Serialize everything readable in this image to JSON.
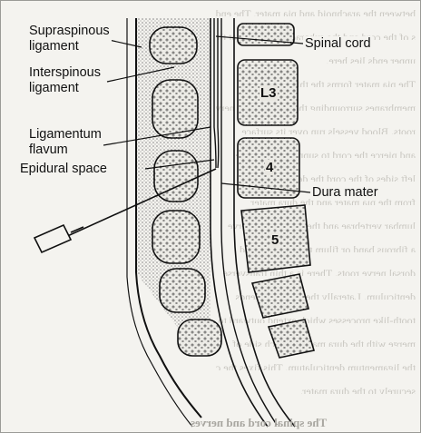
{
  "labels": {
    "supraspinous": "Supraspinous\nligament",
    "interspinous": "Interspinous\nligament",
    "flavum": "Ligamentum\nflavum",
    "epidural": "Epidural space",
    "spinal_cord": "Spinal cord",
    "dura": "Dura mater"
  },
  "vertebrae": {
    "l3": "L3",
    "l4": "4",
    "l5": "5"
  },
  "colors": {
    "ink": "#111111",
    "page": "#f4f3ef",
    "ligament_stipple": "#8f8f8f",
    "bone_fill": "#ecebe6"
  },
  "bleed_text": [
    "between the arachnoid and pia mater. The end",
    "s of the cord and the subarachnoid space at th",
    "upper ends lies here.",
    "  The pia mater forms the thin inner",
    "membranes surrounding the cord and the nerve",
    "roots. Blood vessels run over its surface",
    "and pierce the cord to supply it. From the",
    "left sides of the cord the denticulate lig",
    "from the pia mater and the dura mater",
    "lumbar vertebrae and the roots of the nerve",
    "a fibrous band or filum terminale extend",
    "dorsal nerve roots. There is a thin transverse",
    "denticulum. Laterally the pia mater sends",
    "tooth-like processes which extend outward to",
    "merge with the dura mater on each side of",
    "the ligamentum denticulatum. This fixes the cord",
    "securely to the dura mater."
  ],
  "bleed_footer": "The spinal cord and nerves"
}
